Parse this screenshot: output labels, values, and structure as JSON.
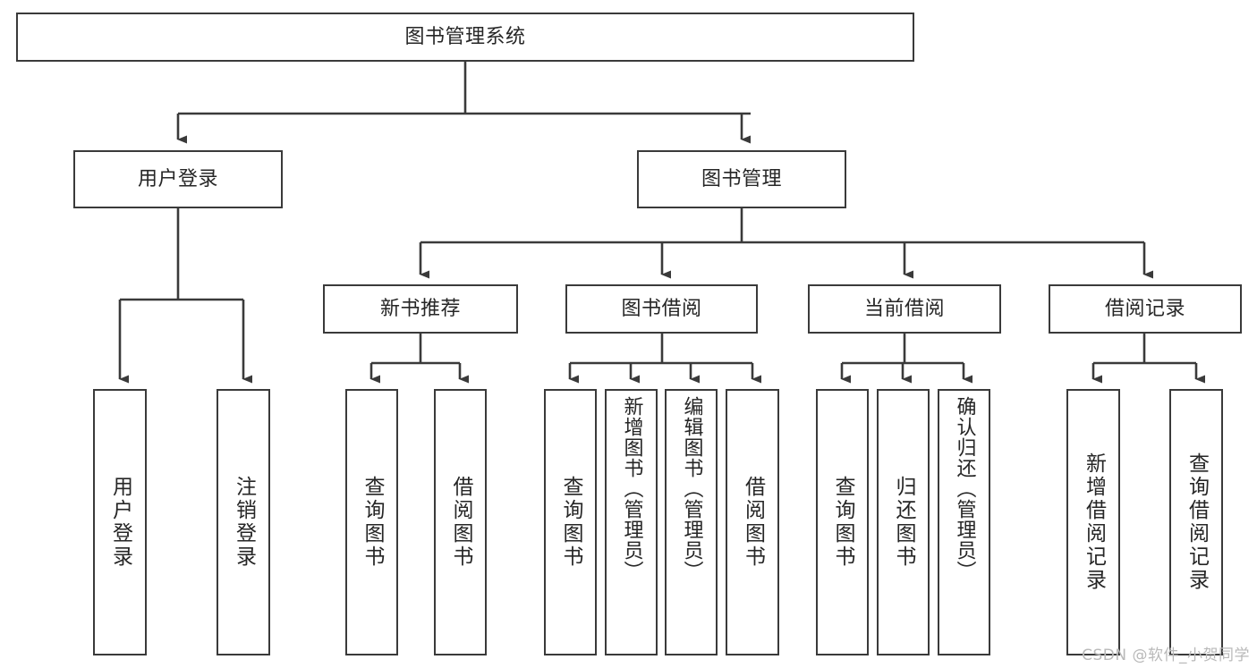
{
  "diagram": {
    "title": "图书管理系统",
    "type": "hierarchy-tree",
    "watermark": "CSDN @软件_小贺同学",
    "colors": {
      "box_border": "#3a3a3a",
      "box_fill": "#ffffff",
      "edge": "#3a3a3a",
      "text": "#262626",
      "watermark": "#b9b9b9",
      "background": "#ffffff"
    },
    "nodes": {
      "root": {
        "label": "图书管理系统",
        "level": 1
      },
      "level2": [
        {
          "id": "user-login",
          "label": "用户登录"
        },
        {
          "id": "book-management",
          "label": "图书管理"
        }
      ],
      "level3": [
        {
          "id": "new-book-recommend",
          "label": "新书推荐"
        },
        {
          "id": "book-borrow",
          "label": "图书借阅"
        },
        {
          "id": "current-borrow",
          "label": "当前借阅"
        },
        {
          "id": "borrow-record",
          "label": "借阅记录"
        }
      ],
      "leaves": {
        "user-login": [
          {
            "id": "leaf-user-login",
            "label": "用户登录"
          },
          {
            "id": "leaf-logout-login",
            "label": "注销登录"
          }
        ],
        "new-book-recommend": [
          {
            "id": "leaf-query-book-1",
            "label": "查询图书"
          },
          {
            "id": "leaf-borrow-book-1",
            "label": "借阅图书"
          }
        ],
        "book-borrow": [
          {
            "id": "leaf-query-book-2",
            "label": "查询图书"
          },
          {
            "id": "leaf-add-book",
            "label": "新增图书（管理员）"
          },
          {
            "id": "leaf-edit-book",
            "label": "编辑图书（管理员）"
          },
          {
            "id": "leaf-borrow-book-2",
            "label": "借阅图书"
          }
        ],
        "current-borrow": [
          {
            "id": "leaf-query-book-3",
            "label": "查询图书"
          },
          {
            "id": "leaf-return-book",
            "label": "归还图书"
          },
          {
            "id": "leaf-confirm-return",
            "label": "确认归还（管理员）"
          }
        ],
        "borrow-record": [
          {
            "id": "leaf-add-record",
            "label": "新增借阅记录"
          },
          {
            "id": "leaf-query-record",
            "label": "查询借阅记录"
          }
        ]
      }
    }
  }
}
